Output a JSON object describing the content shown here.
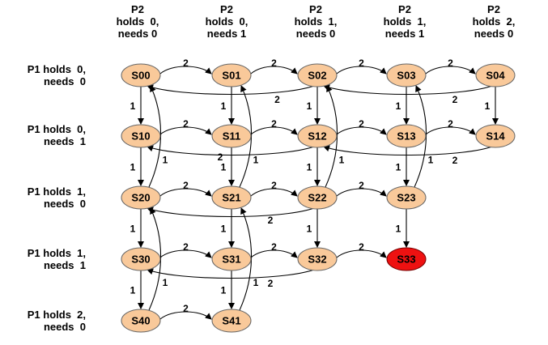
{
  "columns": [
    {
      "id": "c0",
      "line1": "P2",
      "line2": "holds  0,",
      "line3": "needs 0"
    },
    {
      "id": "c1",
      "line1": "P2",
      "line2": "holds  0,",
      "line3": "needs 1"
    },
    {
      "id": "c2",
      "line1": "P2",
      "line2": "holds  1,",
      "line3": "needs 0"
    },
    {
      "id": "c3",
      "line1": "P2",
      "line2": "holds  1,",
      "line3": "needs 1"
    },
    {
      "id": "c4",
      "line1": "P2",
      "line2": "holds  2,",
      "line3": "needs 0"
    }
  ],
  "rows": [
    {
      "id": "r0",
      "line1": "P1 holds  0,",
      "line2": "needs  0"
    },
    {
      "id": "r1",
      "line1": "P1 holds  0,",
      "line2": "needs  1"
    },
    {
      "id": "r2",
      "line1": "P1 holds  1,",
      "line2": "needs  0"
    },
    {
      "id": "r3",
      "line1": "P1 holds  1,",
      "line2": "needs  1"
    },
    {
      "id": "r4",
      "line1": "P1 holds  2,",
      "line2": "needs  0"
    }
  ],
  "states": [
    {
      "id": "S00",
      "label": "S00",
      "row": 0,
      "col": 0,
      "bold": true
    },
    {
      "id": "S01",
      "label": "S01",
      "row": 0,
      "col": 1,
      "bold": true
    },
    {
      "id": "S02",
      "label": "S02",
      "row": 0,
      "col": 2,
      "bold": true
    },
    {
      "id": "S03",
      "label": "S03",
      "row": 0,
      "col": 3,
      "bold": true
    },
    {
      "id": "S04",
      "label": "S04",
      "row": 0,
      "col": 4,
      "bold": true
    },
    {
      "id": "S10",
      "label": "S10",
      "row": 1,
      "col": 0,
      "bold": true
    },
    {
      "id": "S11",
      "label": "S11",
      "row": 1,
      "col": 1,
      "bold": true
    },
    {
      "id": "S12",
      "label": "S12",
      "row": 1,
      "col": 2,
      "bold": true
    },
    {
      "id": "S13",
      "label": "S13",
      "row": 1,
      "col": 3,
      "bold": true
    },
    {
      "id": "S14",
      "label": "S14",
      "row": 1,
      "col": 4,
      "bold": true
    },
    {
      "id": "S20",
      "label": "S20",
      "row": 2,
      "col": 0,
      "bold": true
    },
    {
      "id": "S21",
      "label": "S21",
      "row": 2,
      "col": 1,
      "bold": true
    },
    {
      "id": "S22",
      "label": "S22",
      "row": 2,
      "col": 2,
      "bold": true
    },
    {
      "id": "S23",
      "label": "S23",
      "row": 2,
      "col": 3,
      "bold": true
    },
    {
      "id": "S30",
      "label": "S30",
      "row": 3,
      "col": 0,
      "bold": true
    },
    {
      "id": "S31",
      "label": "S31",
      "row": 3,
      "col": 1,
      "bold": true
    },
    {
      "id": "S32",
      "label": "S32",
      "row": 3,
      "col": 2,
      "bold": true
    },
    {
      "id": "S33",
      "label": "S33",
      "row": 3,
      "col": 3,
      "bold": false,
      "highlight": true
    },
    {
      "id": "S40",
      "label": "S40",
      "row": 4,
      "col": 0,
      "bold": true
    },
    {
      "id": "S41",
      "label": "S41",
      "row": 4,
      "col": 1,
      "bold": false
    }
  ],
  "edges": [
    {
      "from": "S00",
      "to": "S01",
      "kind": "right",
      "label": "2"
    },
    {
      "from": "S01",
      "to": "S02",
      "kind": "right",
      "label": "2"
    },
    {
      "from": "S02",
      "to": "S03",
      "kind": "right",
      "label": "2"
    },
    {
      "from": "S03",
      "to": "S04",
      "kind": "right",
      "label": "2"
    },
    {
      "from": "S10",
      "to": "S11",
      "kind": "right",
      "label": "2"
    },
    {
      "from": "S11",
      "to": "S12",
      "kind": "right",
      "label": "2"
    },
    {
      "from": "S12",
      "to": "S13",
      "kind": "right",
      "label": "2"
    },
    {
      "from": "S13",
      "to": "S14",
      "kind": "right",
      "label": "2"
    },
    {
      "from": "S20",
      "to": "S21",
      "kind": "right",
      "label": "2"
    },
    {
      "from": "S21",
      "to": "S22",
      "kind": "right",
      "label": "2"
    },
    {
      "from": "S22",
      "to": "S23",
      "kind": "right",
      "label": "2"
    },
    {
      "from": "S30",
      "to": "S31",
      "kind": "right",
      "label": "2"
    },
    {
      "from": "S31",
      "to": "S32",
      "kind": "right",
      "label": "2"
    },
    {
      "from": "S32",
      "to": "S33",
      "kind": "right",
      "label": "2"
    },
    {
      "from": "S40",
      "to": "S41",
      "kind": "right",
      "label": "2"
    },
    {
      "from": "S00",
      "to": "S10",
      "kind": "down",
      "label": "1"
    },
    {
      "from": "S01",
      "to": "S11",
      "kind": "down",
      "label": "1"
    },
    {
      "from": "S02",
      "to": "S12",
      "kind": "down",
      "label": "1"
    },
    {
      "from": "S03",
      "to": "S13",
      "kind": "down",
      "label": "1"
    },
    {
      "from": "S04",
      "to": "S14",
      "kind": "down",
      "label": "1"
    },
    {
      "from": "S10",
      "to": "S20",
      "kind": "down",
      "label": "1"
    },
    {
      "from": "S11",
      "to": "S21",
      "kind": "down",
      "label": "1"
    },
    {
      "from": "S12",
      "to": "S22",
      "kind": "down",
      "label": "1"
    },
    {
      "from": "S13",
      "to": "S23",
      "kind": "down",
      "label": "1"
    },
    {
      "from": "S20",
      "to": "S30",
      "kind": "down",
      "label": "1"
    },
    {
      "from": "S21",
      "to": "S31",
      "kind": "down",
      "label": "1"
    },
    {
      "from": "S22",
      "to": "S32",
      "kind": "down",
      "label": "1"
    },
    {
      "from": "S23",
      "to": "S33",
      "kind": "down",
      "label": "1"
    },
    {
      "from": "S30",
      "to": "S40",
      "kind": "down",
      "label": "1"
    },
    {
      "from": "S31",
      "to": "S41",
      "kind": "down",
      "label": "1"
    },
    {
      "from": "S02",
      "to": "S00",
      "kind": "back-left",
      "label": "2"
    },
    {
      "from": "S04",
      "to": "S02",
      "kind": "back-left",
      "label": "2"
    },
    {
      "from": "S14",
      "to": "S12",
      "kind": "back-left",
      "label": "2"
    },
    {
      "from": "S12",
      "to": "S10",
      "kind": "back-left",
      "label": "2"
    },
    {
      "from": "S22",
      "to": "S20",
      "kind": "back-left",
      "label": "2"
    },
    {
      "from": "S32",
      "to": "S30",
      "kind": "back-left",
      "label": "2"
    },
    {
      "from": "S20",
      "to": "S00",
      "kind": "back-up",
      "label": "1"
    },
    {
      "from": "S21",
      "to": "S01",
      "kind": "back-up",
      "label": "1"
    },
    {
      "from": "S22",
      "to": "S02",
      "kind": "back-up",
      "label": "1"
    },
    {
      "from": "S23",
      "to": "S03",
      "kind": "back-up",
      "label": "1"
    },
    {
      "from": "S40",
      "to": "S20",
      "kind": "back-up",
      "label": "1"
    },
    {
      "from": "S41",
      "to": "S21",
      "kind": "back-up",
      "label": "1"
    }
  ],
  "colors": {
    "node_fill": "#f9c99a",
    "node_stroke": "#666666",
    "highlight_fill": "#ee1111",
    "highlight_stroke": "#770000",
    "edge": "#000000"
  }
}
